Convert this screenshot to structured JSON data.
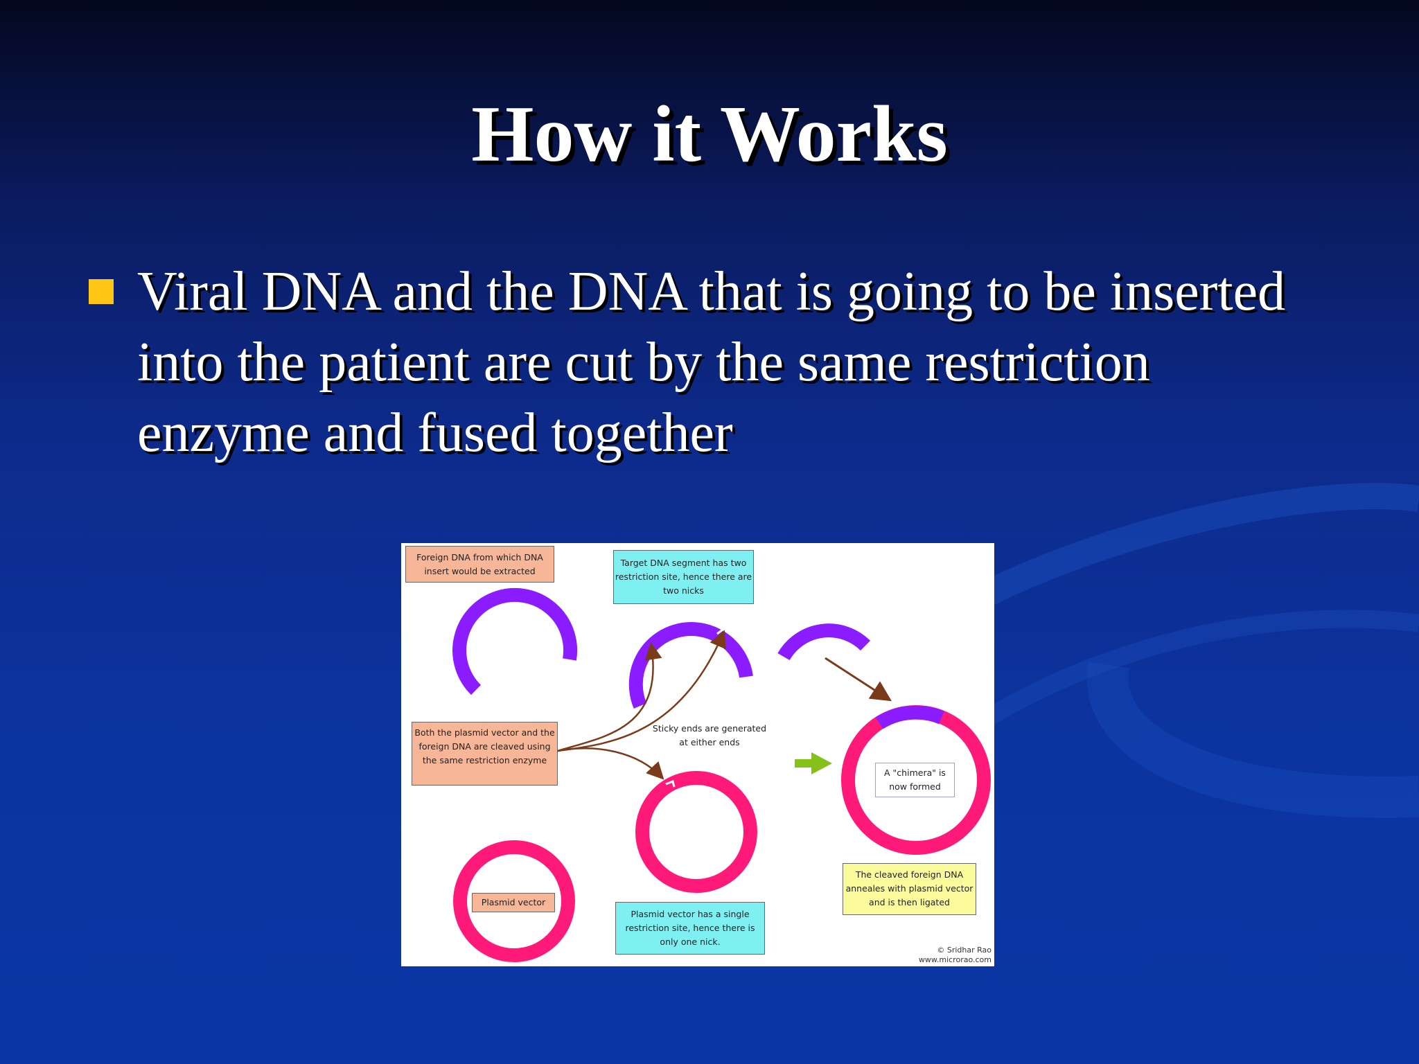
{
  "slide": {
    "title": "How it Works",
    "bullet_text": "Viral DNA and the DNA that is going to be inserted into the patient are cut by the same restriction enzyme and fused together",
    "accent_color": "#ffc515"
  },
  "figure": {
    "labels": {
      "foreign_dna": "Foreign DNA from which DNA insert would be extracted",
      "target_segment": "Target DNA segment has two restriction site, hence there are two nicks",
      "both_cleaved": "Both the plasmid vector and the foreign DNA are cleaved using the same restriction enzyme",
      "sticky_ends": "Sticky ends are generated at either ends",
      "chimera": "A \"chimera\" is now formed",
      "plasmid_vector": "Plasmid vector",
      "single_site": "Plasmid vector has a single restriction site, hence there is only one nick.",
      "anneals": "The cleaved foreign DNA anneales with plasmid vector and is then ligated",
      "credit_name": "© Sridhar Rao",
      "credit_url": "www.microrao.com"
    },
    "colors": {
      "foreign_dna": "#8a1cff",
      "plasmid": "#ff1a7a",
      "arrow": "#7a3b1a",
      "green_arrow": "#84c21a"
    }
  }
}
